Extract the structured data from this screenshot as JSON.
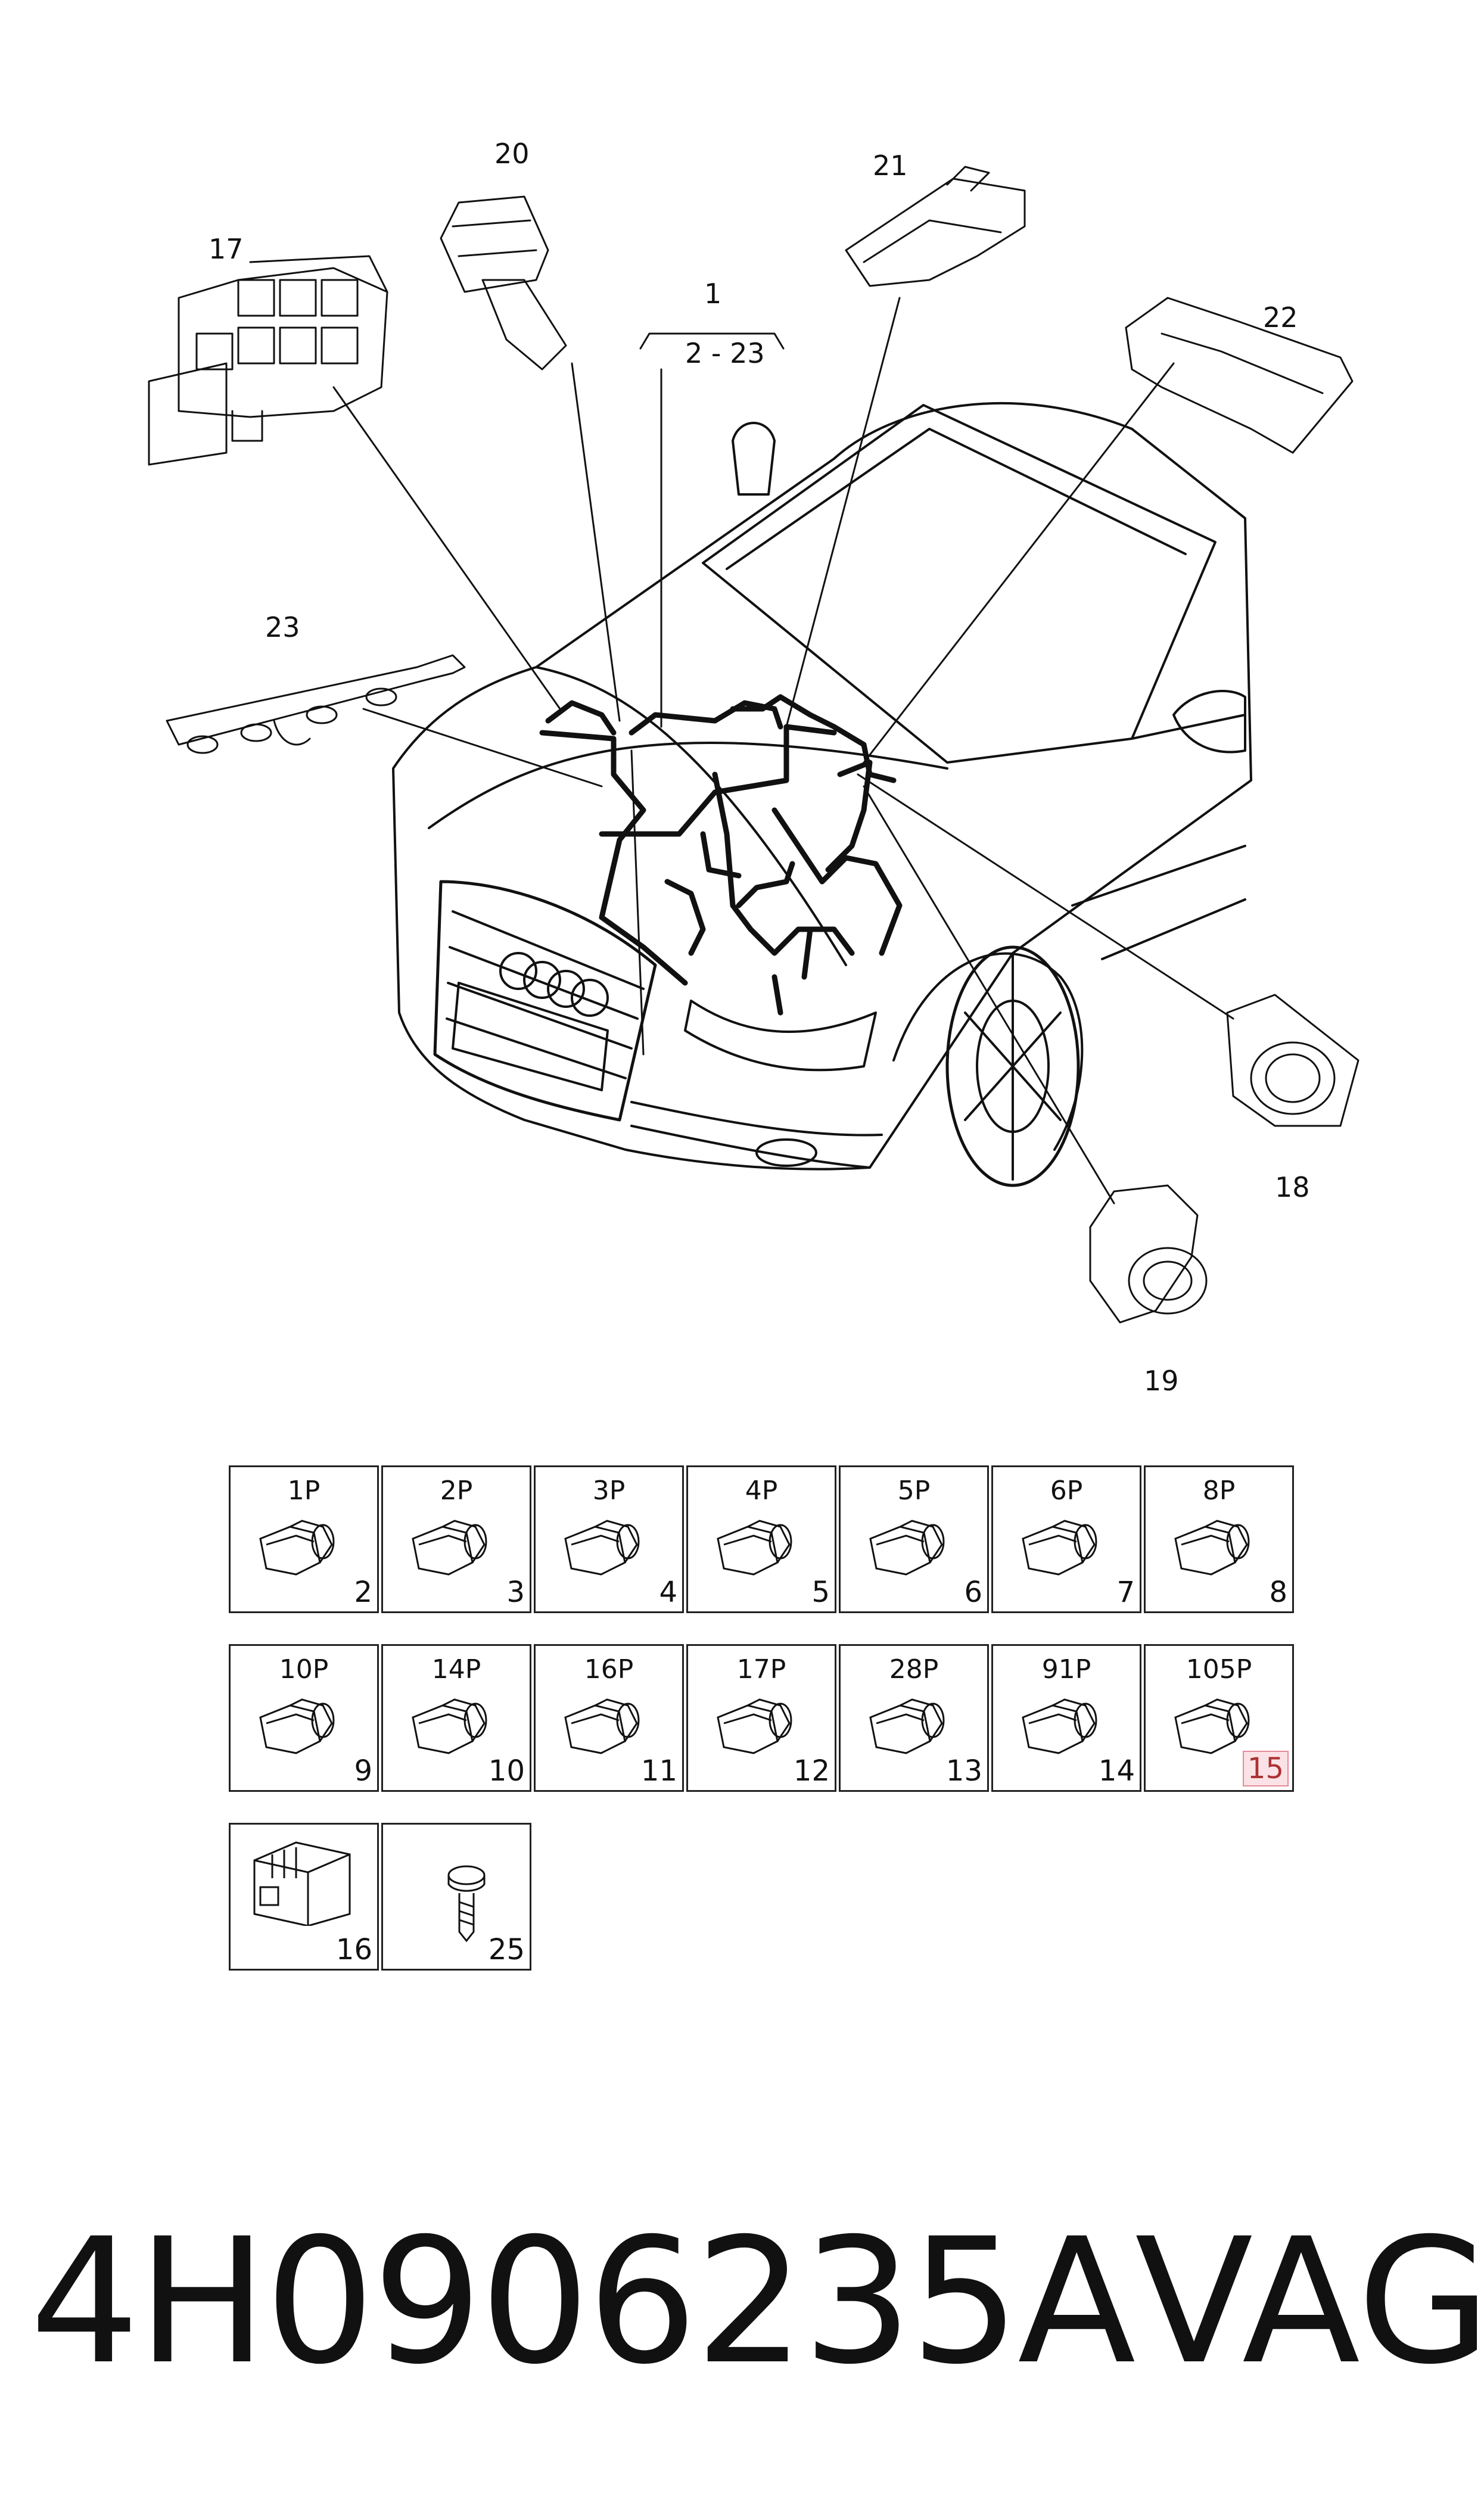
{
  "callouts": {
    "c1": "1",
    "c1_range": "2 - 23",
    "c17": "17",
    "c18": "18",
    "c19": "19",
    "c20": "20",
    "c21": "21",
    "c22": "22",
    "c23": "23"
  },
  "connectors": [
    {
      "label": "1P",
      "number": "2"
    },
    {
      "label": "2P",
      "number": "3"
    },
    {
      "label": "3P",
      "number": "4"
    },
    {
      "label": "4P",
      "number": "5"
    },
    {
      "label": "5P",
      "number": "6"
    },
    {
      "label": "6P",
      "number": "7"
    },
    {
      "label": "8P",
      "number": "8"
    },
    {
      "label": "10P",
      "number": "9"
    },
    {
      "label": "14P",
      "number": "10"
    },
    {
      "label": "16P",
      "number": "11"
    },
    {
      "label": "17P",
      "number": "12"
    },
    {
      "label": "28P",
      "number": "13"
    },
    {
      "label": "91P",
      "number": "14"
    },
    {
      "label": "105P",
      "number": "15"
    }
  ],
  "extras": [
    {
      "number": "16",
      "icon": "control-unit-icon"
    },
    {
      "number": "25",
      "icon": "screw-icon"
    }
  ],
  "footer": {
    "part_number": "4H0906235A",
    "brand": "VAG"
  },
  "colors": {
    "line": "#111111",
    "highlight_border": "#e58a9a",
    "highlight_fill": "#fbe2e6"
  }
}
